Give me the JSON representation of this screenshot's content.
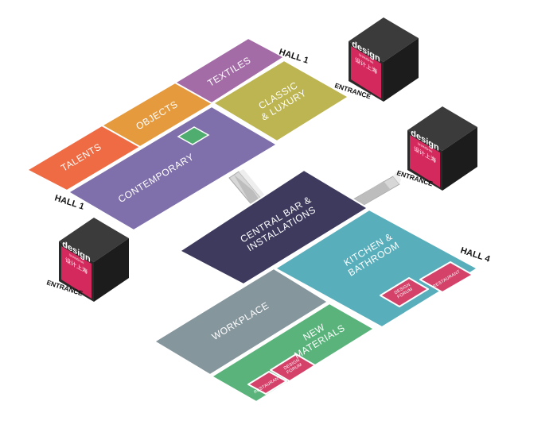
{
  "colors": {
    "talents": "#ee6b44",
    "objects": "#e69a3e",
    "textiles": "#a46ca7",
    "classic": "#bdb551",
    "contemporary": "#7f6faa",
    "central": "#3d3a5e",
    "kitchen": "#58aebb",
    "workplace": "#86969d",
    "materials": "#5ab37b",
    "forum": "#d4426a",
    "cube_top": "#3b3b3b",
    "cube_side": "#1c1c1c",
    "cube_front": "#2a2a2a",
    "logo": "#d4295c"
  },
  "halls": {
    "hall1_top": "HALL 1",
    "hall1_left": "HALL 1",
    "hall4": "HALL 4"
  },
  "zones": {
    "talents": [
      "TALENTS"
    ],
    "objects": [
      "OBJECTS"
    ],
    "textiles": [
      "TEXTILES"
    ],
    "classic": [
      "CLASSIC",
      "& LUXURY"
    ],
    "contemporary": [
      "CONTEMPORARY"
    ],
    "central": [
      "CENTRAL BAR &",
      "INSTALLATIONS"
    ],
    "kitchen": [
      "KITCHEN &",
      "BATHROOM"
    ],
    "workplace": [
      "WORKPLACE"
    ],
    "materials": [
      "NEW",
      "MATERIALS"
    ]
  },
  "booths": {
    "forum_kitchen": [
      "DESIGN",
      "FORUM"
    ],
    "restaurant_kitchen": [
      "RESTAURANT"
    ],
    "forum_materials": [
      "DESIGN",
      "FORUM"
    ],
    "restaurant_materials": [
      "RESTAURANT"
    ]
  },
  "entrance": {
    "label": "ENTRANCE",
    "logo_word": "design",
    "logo_sub": "SHANGHAI",
    "logo_cn": "设计上海"
  }
}
